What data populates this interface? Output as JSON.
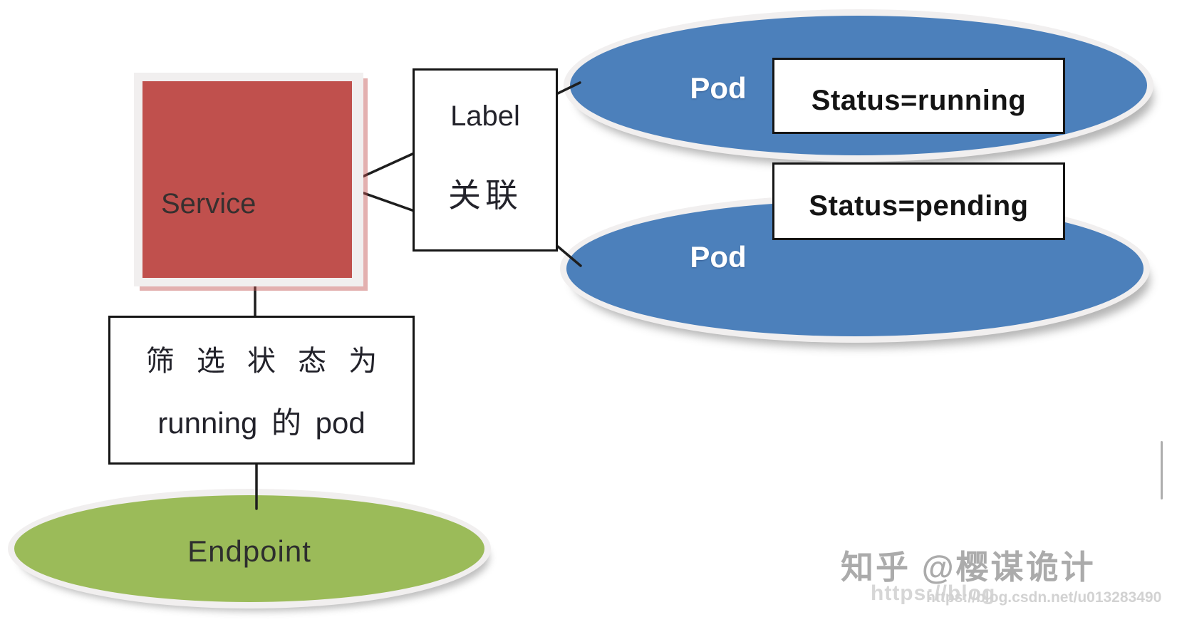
{
  "diagram": {
    "service": {
      "label": "Service"
    },
    "label_box": {
      "line1": "Label",
      "line2": "关联"
    },
    "pods": [
      {
        "name": "Pod",
        "status": "Status=running"
      },
      {
        "name": "Pod",
        "status": "Status=pending"
      }
    ],
    "filter_box": {
      "line1": "筛 选 状 态 为",
      "line2": "running 的 pod"
    },
    "endpoint": {
      "label": "Endpoint"
    }
  },
  "watermark": {
    "credit": "知乎 @樱谋诡计",
    "url_large": "https://blog",
    "url_small": "https://blog.csdn.net/u013283490"
  },
  "colors": {
    "service_red": "#C0504D",
    "pod_blue": "#4C80BB",
    "endpoint_green": "#9BBB59",
    "connector": "#1E1E1E",
    "watermark_gray": "#ABABAB"
  }
}
